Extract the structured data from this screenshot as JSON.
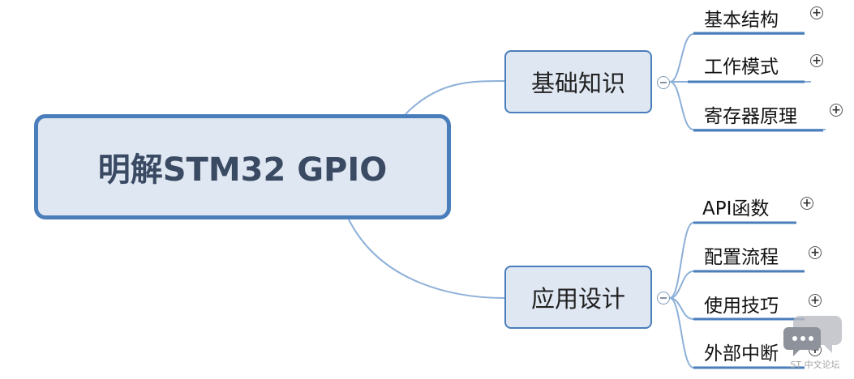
{
  "root": {
    "label": "明解STM32 GPIO"
  },
  "branches": [
    {
      "label": "基础知识",
      "collapse_symbol": "⊖",
      "children": [
        {
          "label": "基本结构",
          "expand_symbol": "+"
        },
        {
          "label": "工作模式",
          "expand_symbol": "+"
        },
        {
          "label": "寄存器原理",
          "expand_symbol": "+"
        }
      ]
    },
    {
      "label": "应用设计",
      "collapse_symbol": "⊖",
      "children": [
        {
          "label": "API函数",
          "expand_symbol": "+"
        },
        {
          "label": "配置流程",
          "expand_symbol": "+"
        },
        {
          "label": "使用技巧",
          "expand_symbol": "+"
        },
        {
          "label": "外部中断",
          "expand_symbol": "+"
        }
      ]
    }
  ],
  "watermark": {
    "text": "ST 中文论坛"
  },
  "colors": {
    "node_fill": "#dfe7f2",
    "node_border": "#4a7ebb",
    "connector": "#8db0d8",
    "leaf_underline": "#4a7ebb"
  }
}
